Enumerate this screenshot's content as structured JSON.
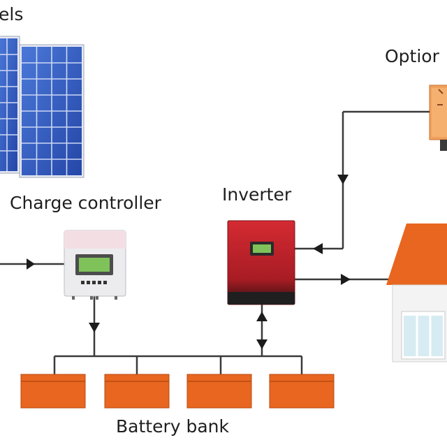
{
  "labels": {
    "panels": "els",
    "optional": "Optior",
    "charge_controller": "Charge controller",
    "inverter": "Inverter",
    "battery_bank": "Battery bank"
  },
  "colors": {
    "panel_blue": "#1f3f9c",
    "panel_cell": "#3a63c8",
    "wire": "#3a3a3a",
    "battery": "#e8661f",
    "inverter": "#b8202a",
    "roof": "#e8661f",
    "controller_screen": "#7fc25a"
  },
  "icons": [
    "solar-panel-icon",
    "charge-controller-icon",
    "inverter-icon",
    "battery-icon",
    "house-icon",
    "generator-icon"
  ]
}
